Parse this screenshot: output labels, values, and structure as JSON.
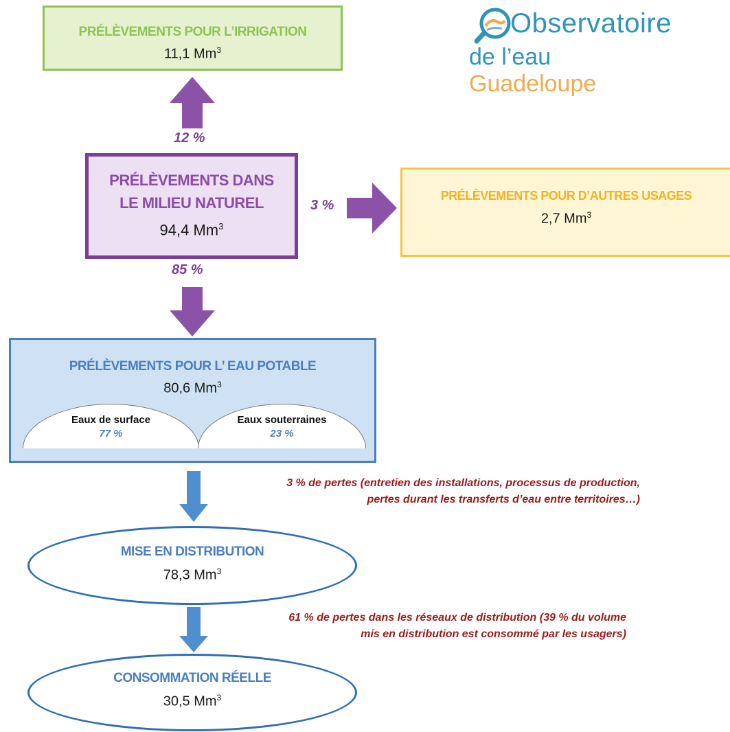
{
  "irrigation": {
    "title": "PRÉLÈVEMENTS POUR L’IRRIGATION",
    "value": "11,1 Mm",
    "unit_sup": "3",
    "percent": "12 %"
  },
  "logo": {
    "line1": "Observatoire",
    "line2_part1": "de l’eau ",
    "line2_part2": "Guadeloupe"
  },
  "milieu_naturel": {
    "title_line1": "PRÉLÈVEMENTS  DANS",
    "title_line2": "LE MILIEU NATUREL",
    "value": "94,4 Mm",
    "unit_sup": "3"
  },
  "autres_usages": {
    "title": "PRÉLÈVEMENTS POUR D’AUTRES USAGES",
    "value": "2,7 Mm",
    "unit_sup": "3",
    "percent": "3 %"
  },
  "eau_potable": {
    "title": "PRÉLÈVEMENTS POUR L’ EAU POTABLE",
    "value": "80,6 Mm",
    "unit_sup": "3",
    "percent": "85 %",
    "sources": [
      {
        "name": "Eaux de surface",
        "percent": "77 %"
      },
      {
        "name": "Eaux souterraines",
        "percent": "23 %"
      }
    ]
  },
  "pertes_production": {
    "line1": "3 % de pertes (entretien des installations,  processus de production,",
    "line2": "pertes durant les transferts d’eau  entre territoires…)"
  },
  "distribution": {
    "title": "MISE EN DISTRIBUTION",
    "value": "78,3 Mm",
    "unit_sup": "3"
  },
  "pertes_reseau": {
    "line1": "61 % de pertes dans les réseaux de distribution (39 % du volume",
    "line2": "mis en distribution est consommé par les usagers)"
  },
  "consommation": {
    "title": "CONSOMMATION RÉELLE",
    "value": "30,5 Mm",
    "unit_sup": "3"
  },
  "colors": {
    "purple": "#7b3f98",
    "green": "#8cc452",
    "yellow": "#f5c54a",
    "blue": "#4a7fbf",
    "arrow_blue": "#4f8fd0",
    "note_red": "#9a1b1b"
  }
}
